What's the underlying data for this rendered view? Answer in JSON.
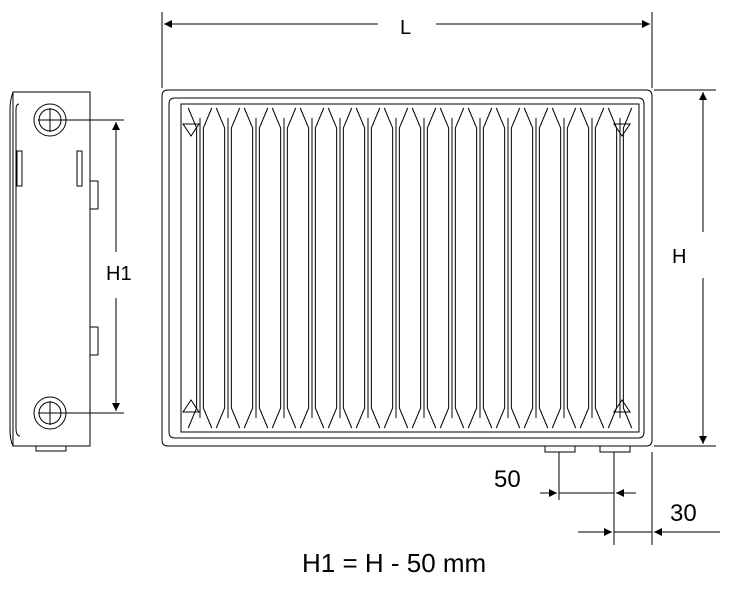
{
  "labels": {
    "length": "L",
    "height": "H",
    "connection_height": "H1",
    "offset_50": "50",
    "offset_30": "30",
    "formula": "H1 = H - 50 mm"
  },
  "drawing": {
    "line_color": "#000000",
    "background": "#ffffff",
    "column_count": 16
  }
}
